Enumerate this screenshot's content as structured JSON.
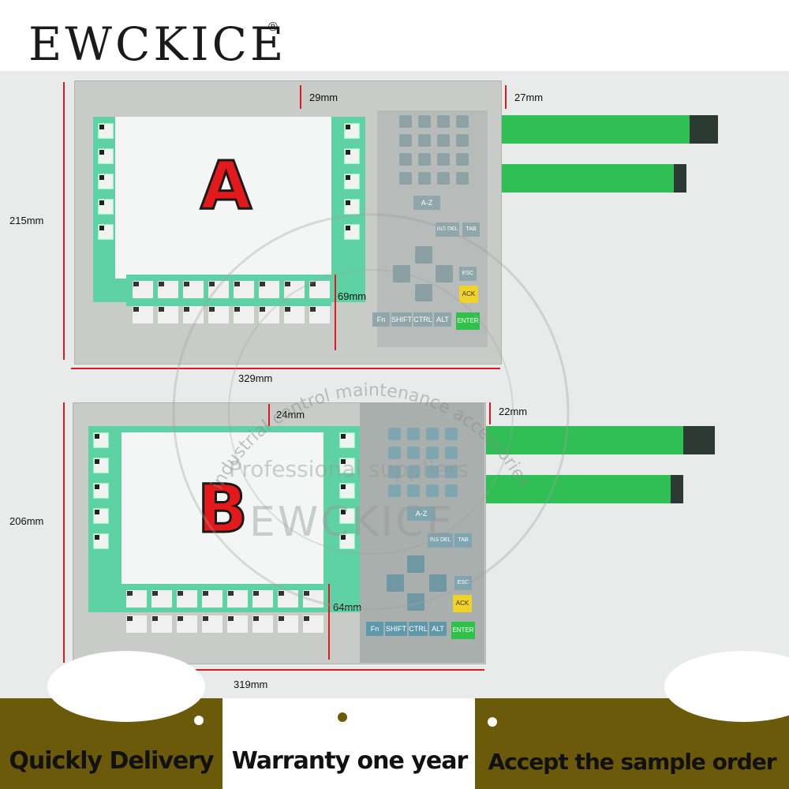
{
  "brand": {
    "name": "EWCKICE",
    "registered": "®"
  },
  "panel_a": {
    "label": "A",
    "dims": {
      "height": "215mm",
      "width": "329mm",
      "top_margin": "29mm",
      "right_top": "27mm",
      "bottom_keys": "69mm"
    },
    "keys": {
      "fn": "Fn",
      "shift": "SHIFT",
      "ctrl": "CTRL",
      "alt": "ALT",
      "ack": "ACK",
      "enter": "ENTER",
      "esc": "ESC",
      "tab": "TAB",
      "ins_del": "INS DEL",
      "az": "A-Z"
    }
  },
  "panel_b": {
    "label": "B",
    "dims": {
      "height": "206mm",
      "width": "319mm",
      "top_margin": "24mm",
      "right_top": "22mm",
      "bottom_keys": "64mm"
    },
    "keys": {
      "fn": "Fn",
      "shift": "SHIFT",
      "ctrl": "CTRL",
      "alt": "ALT",
      "ack": "ACK",
      "enter": "ENTER",
      "esc": "ESC",
      "tab": "TAB",
      "ins_del": "INS DEL",
      "az": "A-Z"
    }
  },
  "watermark": {
    "ring_text": "industrial control maintenance accessories",
    "mid_text": "Professional suppliers",
    "brand": "EWCKICE"
  },
  "banners": [
    {
      "text": "Quickly Delivery",
      "color": "#6b5a0a"
    },
    {
      "text": "Warranty one year",
      "color": "#ffffff"
    },
    {
      "text": "Accept the sample order",
      "color": "#6b5a0a"
    }
  ]
}
